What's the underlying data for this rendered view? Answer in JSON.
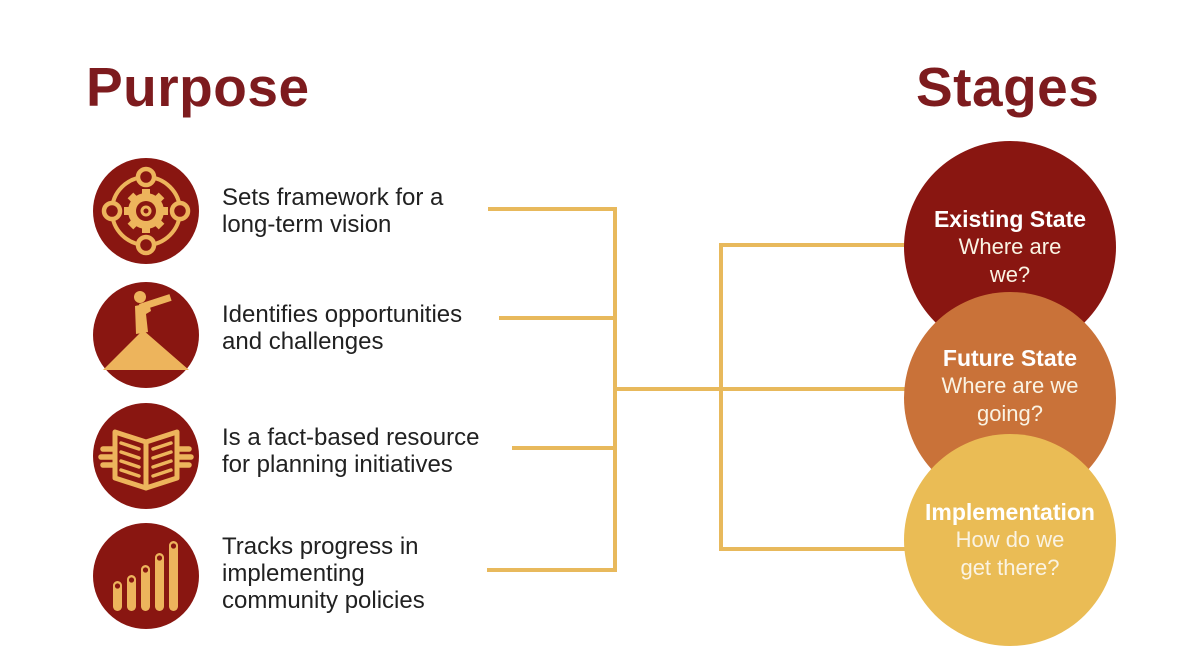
{
  "colors": {
    "dark_red": "#891611",
    "heading_red": "#7d1b1e",
    "orange": "#c97239",
    "gold": "#eabc55",
    "line_gold": "#e8b95c",
    "icon_gold": "#edb45c",
    "body_text": "#212121",
    "subtitle_cream": "#faf3e3"
  },
  "purpose": {
    "title": "Purpose",
    "items": [
      {
        "icon": "gear-network-icon",
        "lines": [
          "Sets framework for a",
          "long-term vision"
        ]
      },
      {
        "icon": "telescope-person-icon",
        "lines": [
          "Identifies opportunities",
          "and challenges"
        ]
      },
      {
        "icon": "open-book-icon",
        "lines": [
          "Is a fact-based resource",
          "for planning initiatives"
        ]
      },
      {
        "icon": "bar-chart-icon",
        "lines": [
          "Tracks progress in",
          "implementing",
          "community policies"
        ]
      }
    ]
  },
  "stages": {
    "title": "Stages",
    "items": [
      {
        "name": "Existing State",
        "lines": [
          "Where are",
          "we?"
        ],
        "color": "#891611"
      },
      {
        "name": "Future State",
        "lines": [
          "Where are we",
          "going?"
        ],
        "color": "#c97239"
      },
      {
        "name": "Implementation",
        "lines": [
          "How do we",
          "get there?"
        ],
        "color": "#eabc55"
      }
    ]
  }
}
